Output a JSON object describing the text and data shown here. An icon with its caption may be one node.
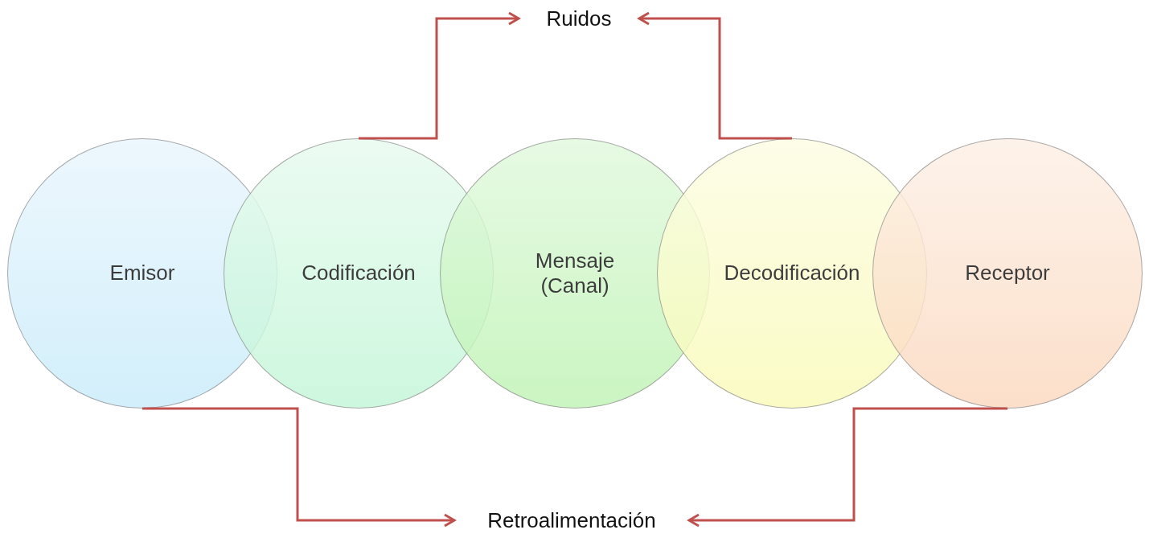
{
  "diagram": {
    "nodes": [
      {
        "text": [
          "Emisor"
        ]
      },
      {
        "text": [
          "Codificación"
        ]
      },
      {
        "text": [
          "Mensaje (Canal)"
        ]
      },
      {
        "text": [
          "Decodificación"
        ]
      },
      {
        "text": [
          "Receptor"
        ]
      },
      {
        "text": [
          "Ruidos"
        ]
      },
      {
        "text": [
          "Retroalimentación"
        ]
      }
    ],
    "edges": [
      {
        "from": 1,
        "to": 5,
        "arrow": "to"
      },
      {
        "from": 3,
        "to": 5,
        "arrow": "to"
      },
      {
        "from": 0,
        "to": 6,
        "arrow": "to"
      },
      {
        "from": 4,
        "to": 6,
        "arrow": "to"
      }
    ]
  }
}
